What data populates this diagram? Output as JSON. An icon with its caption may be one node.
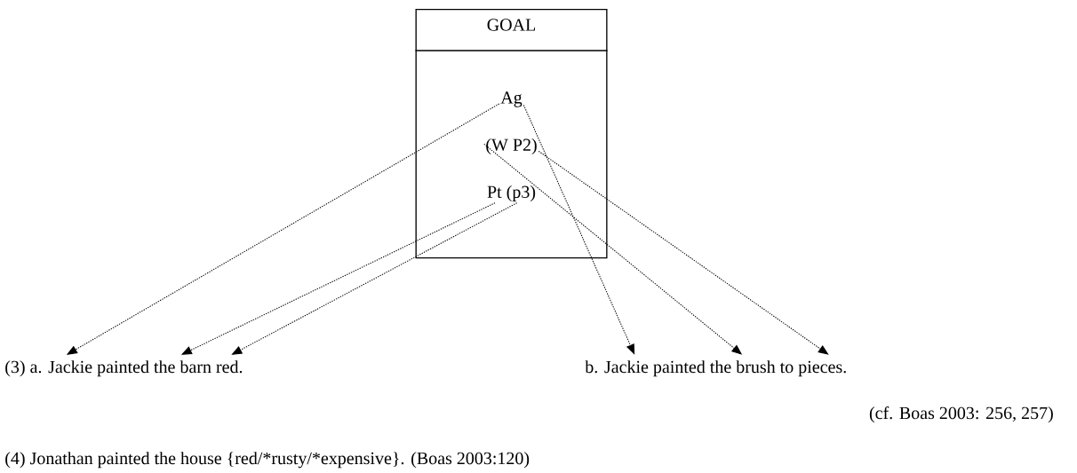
{
  "diagram": {
    "nodes": [
      {
        "text": [
          "GOAL"
        ]
      },
      {
        "text": [
          "Ag"
        ],
        "in": 0
      },
      {
        "text": [
          "(W P2)"
        ],
        "in": 0
      },
      {
        "text": [
          "Pt (p3)"
        ],
        "in": 0
      },
      {
        "text": [
          "(3) a. Jackie painted the barn red."
        ]
      },
      {
        "text": [
          "b. Jackie painted the brush to pieces."
        ]
      }
    ],
    "edges": [
      {
        "from": 1,
        "to": 4,
        "arrow": "to"
      },
      {
        "from": 1,
        "to": 5,
        "arrow": "to"
      },
      {
        "from": 2,
        "to": 5,
        "arrow": "to"
      },
      {
        "from": 2,
        "to": 5,
        "arrow": "to"
      },
      {
        "from": 3,
        "to": 4,
        "arrow": "to"
      },
      {
        "from": 3,
        "to": 4,
        "arrow": "to"
      }
    ],
    "labels": [
      "(cf. Boas 2003: 256, 257)",
      "(4) Jonathan painted the house {red/*rusty/*expensive}. (Boas 2003:120)"
    ]
  }
}
